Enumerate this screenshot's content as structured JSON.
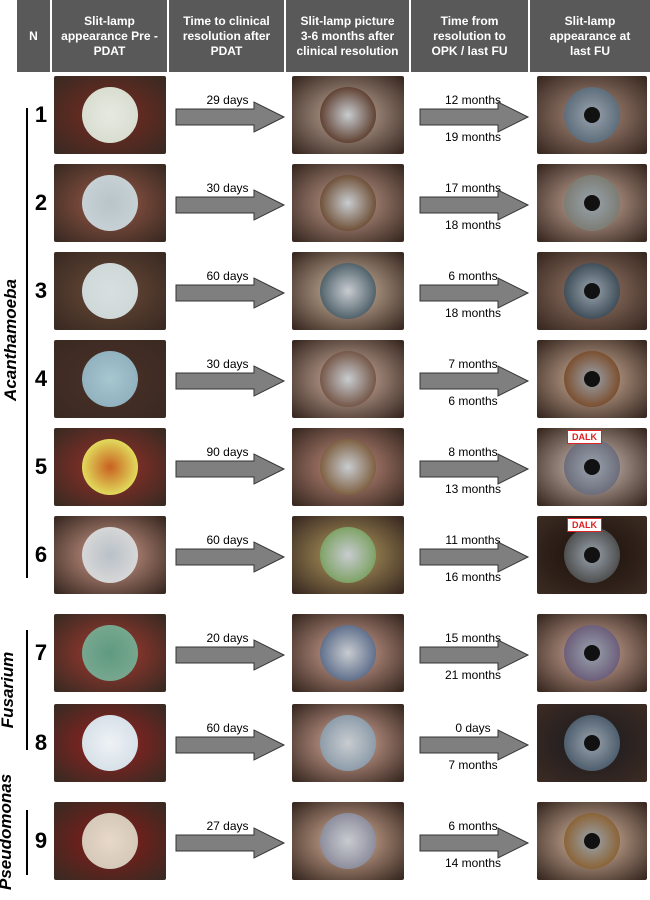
{
  "header": {
    "n": "N",
    "col1": "Slit-lamp\nappearance Pre -\nPDAT",
    "col2": "Time to clinical\nresolution after\nPDAT",
    "col3": "Slit-lamp picture\n3-6 months after\nclinical resolution",
    "col4": "Time from\nresolution to\nOPK / last FU",
    "col5": "Slit-lamp\nappearance  at\nlast FU"
  },
  "groups": {
    "acanthamoeba": "Acanthamoeba",
    "fusarium": "Fusarium",
    "pseudomonas": "Pseudomonas"
  },
  "rows": [
    {
      "n": "1",
      "days": "29 days",
      "opk": "12 months",
      "fu": "19 months",
      "dalk": ""
    },
    {
      "n": "2",
      "days": "30 days",
      "opk": "17 months",
      "fu": "18 months",
      "dalk": ""
    },
    {
      "n": "3",
      "days": "60 days",
      "opk": "6 months",
      "fu": "18 months",
      "dalk": ""
    },
    {
      "n": "4",
      "days": "30 days",
      "opk": "7 months",
      "fu": "6 months",
      "dalk": ""
    },
    {
      "n": "5",
      "days": "90 days",
      "opk": "8 months",
      "fu": "13 months",
      "dalk": "DALK"
    },
    {
      "n": "6",
      "days": "60 days",
      "opk": "11 months",
      "fu": "16 months",
      "dalk": "DALK"
    },
    {
      "n": "7",
      "days": "20 days",
      "opk": "15 months",
      "fu": "21 months",
      "dalk": ""
    },
    {
      "n": "8",
      "days": "60 days",
      "opk": "0  days",
      "fu": "7 months",
      "dalk": ""
    },
    {
      "n": "9",
      "days": "27 days",
      "opk": "6 months",
      "fu": "14 months",
      "dalk": ""
    }
  ],
  "colors": {
    "header_bg": "#595959",
    "arrow_fill": "#7f7f7f",
    "dalk_red": "#d22222"
  }
}
